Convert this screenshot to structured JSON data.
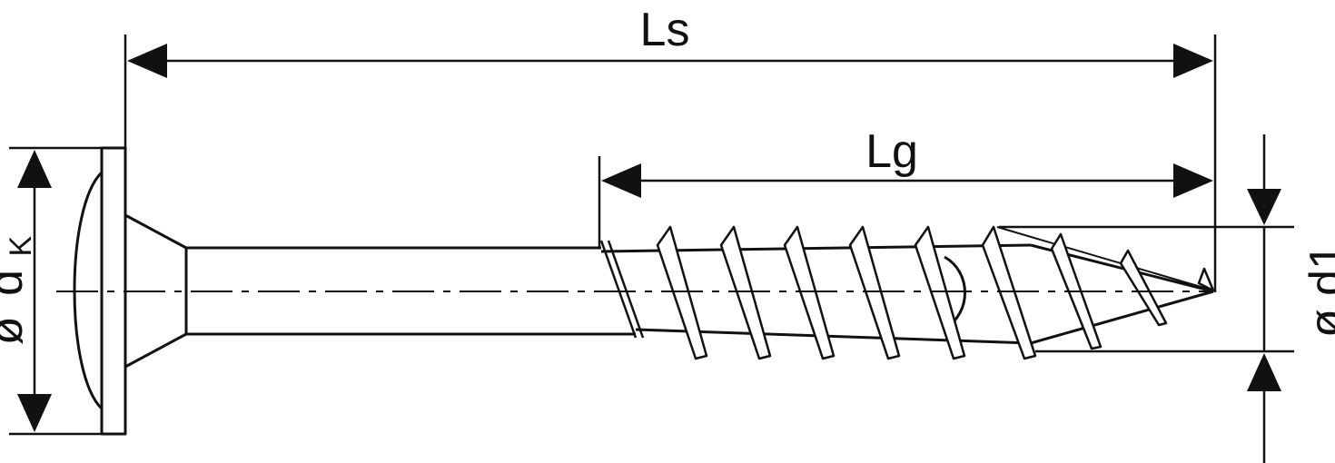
{
  "diagram": {
    "kind": "screw dimension drawing",
    "stroke_color": "#111111",
    "background_color": "#ffffff",
    "labels": {
      "overall_length": "Ls",
      "thread_length": "Lg",
      "head_diameter_symbol": "ø",
      "head_diameter_letter": "d",
      "head_diameter_subscript": "K",
      "thread_diameter": "ø d1"
    }
  }
}
